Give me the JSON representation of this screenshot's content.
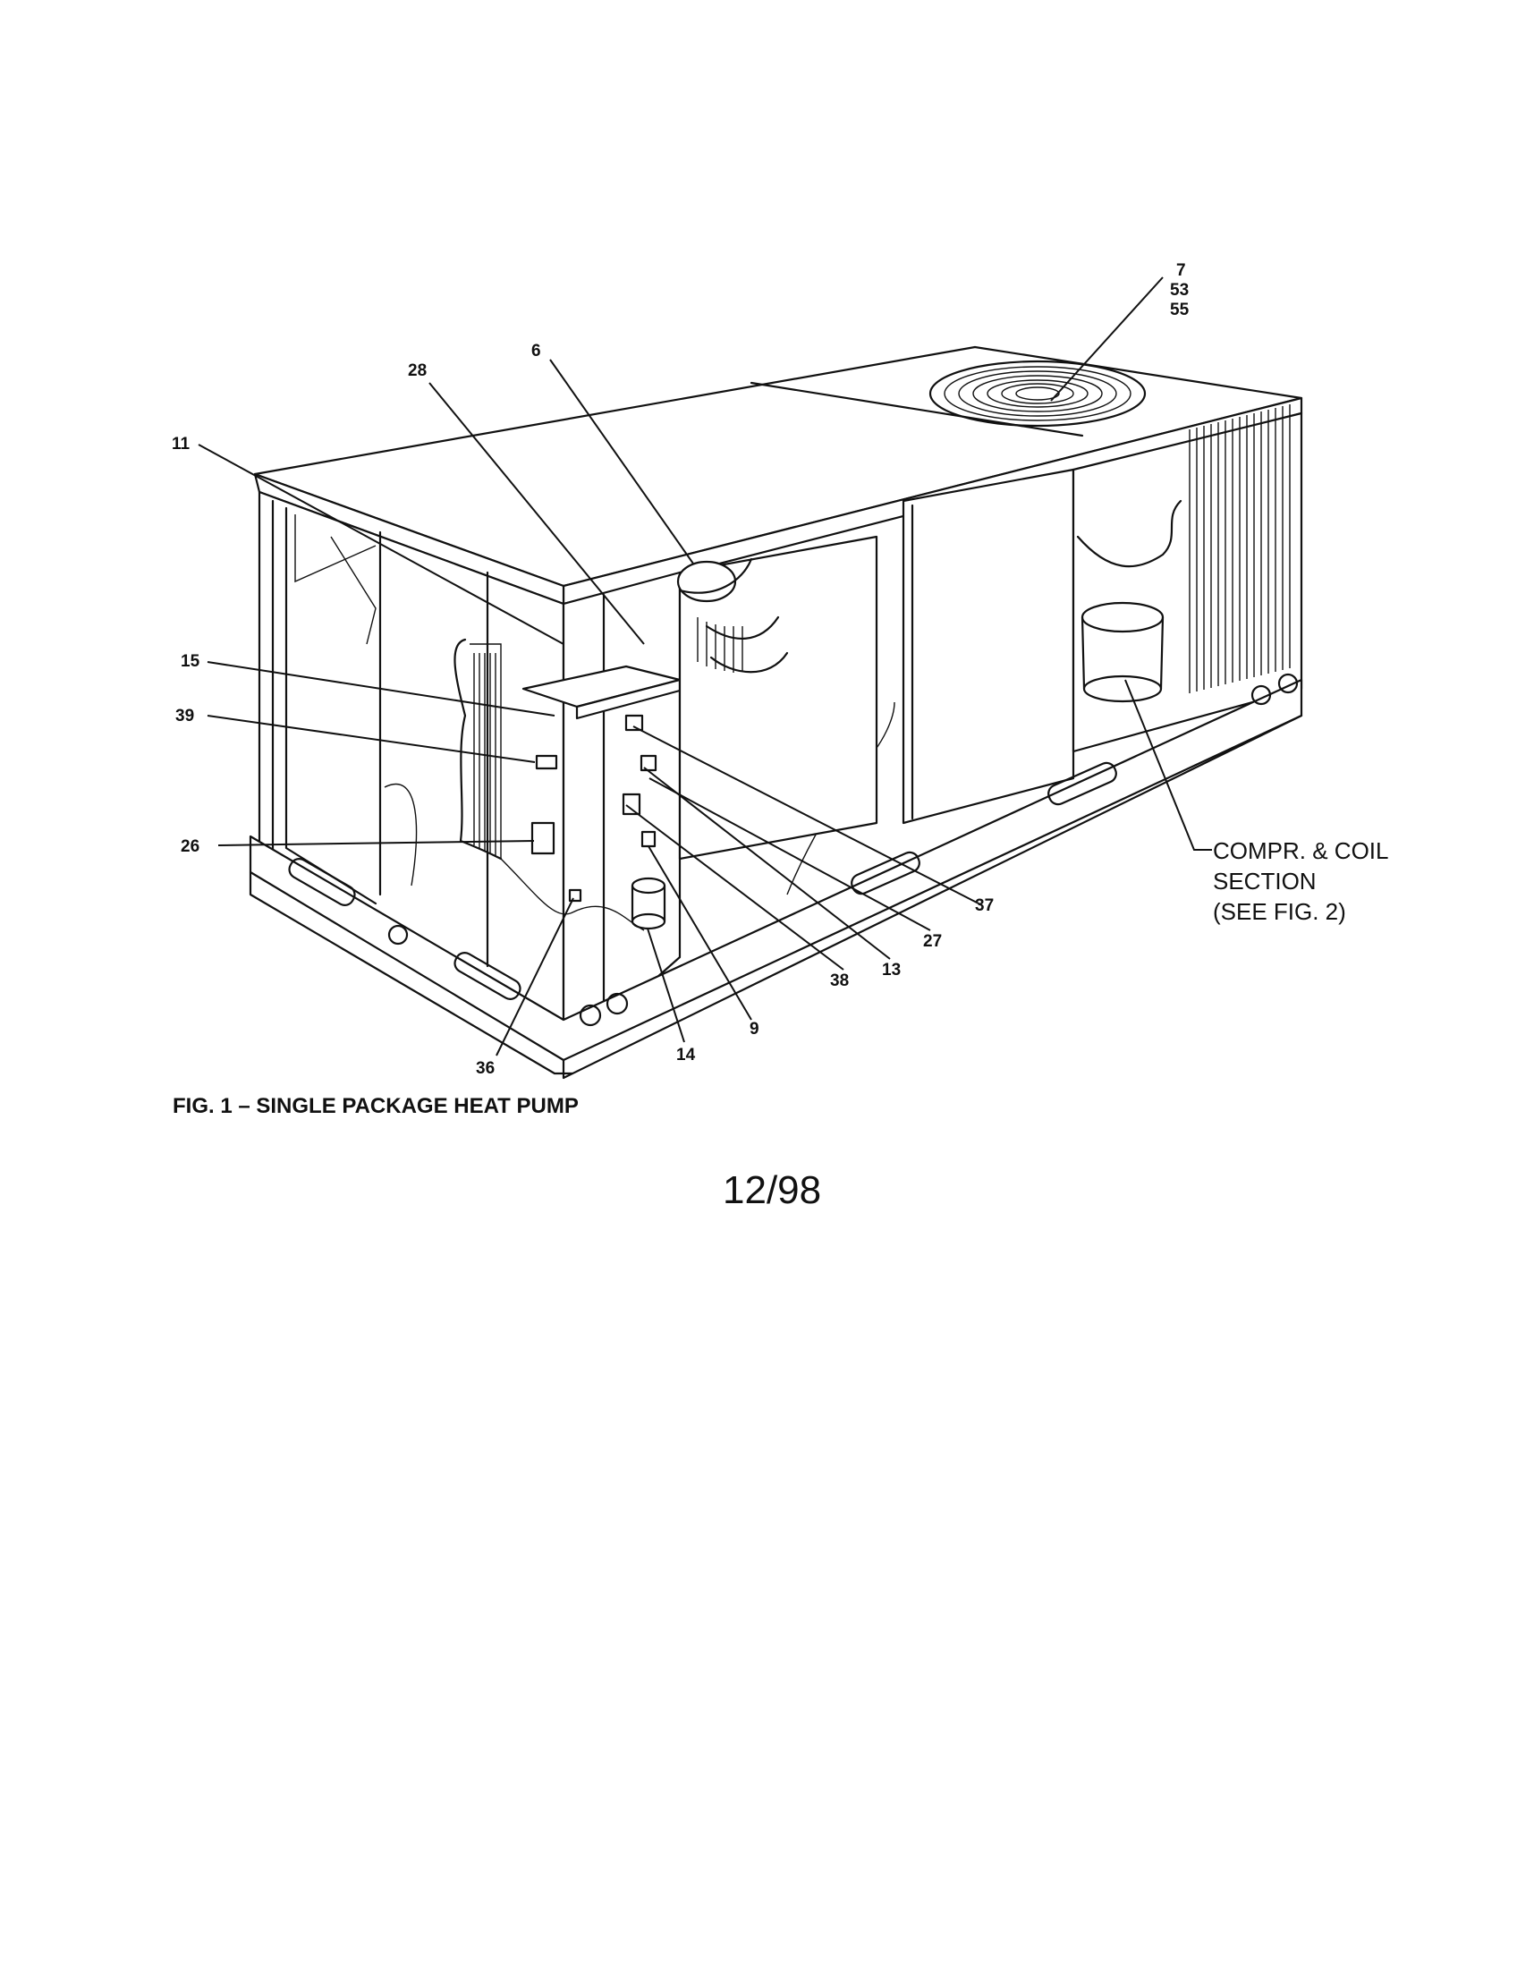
{
  "callouts": {
    "c7": "7",
    "c53": "53",
    "c55": "55",
    "c6": "6",
    "c28": "28",
    "c11": "11",
    "c15": "15",
    "c39": "39",
    "c26": "26",
    "c36": "36",
    "c14": "14",
    "c9": "9",
    "c38": "38",
    "c13": "13",
    "c27": "27",
    "c37": "37"
  },
  "section_note": {
    "line1": "COMPR. & COIL",
    "line2": "SECTION",
    "line3": "(SEE FIG. 2)"
  },
  "caption": "FIG. 1 – SINGLE PACKAGE HEAT PUMP",
  "page_date": "12/98"
}
